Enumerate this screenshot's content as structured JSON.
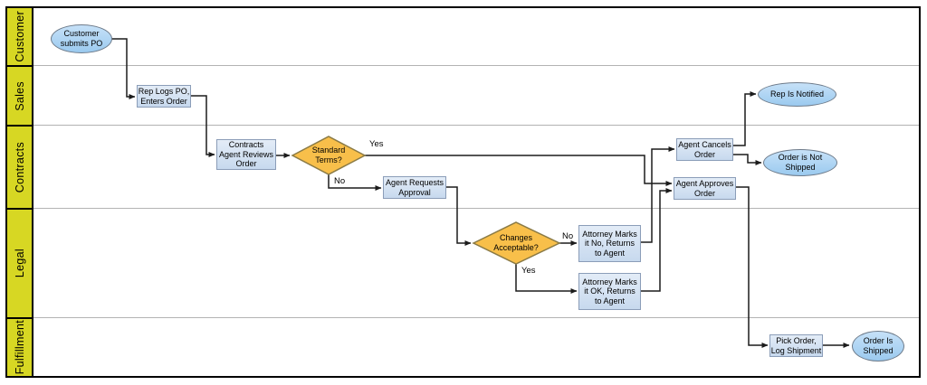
{
  "diagram_type": "cross-functional swimlane flowchart",
  "lanes": [
    {
      "label": "Customer"
    },
    {
      "label": "Sales"
    },
    {
      "label": "Contracts"
    },
    {
      "label": "Legal"
    },
    {
      "label": "Fulfillment"
    }
  ],
  "nodes": {
    "customer_submits_po": {
      "label": "Customer\nsubmits PO",
      "type": "terminator",
      "lane": "Customer"
    },
    "rep_logs_po": {
      "label": "Rep Logs PO,\nEnters Order",
      "type": "process",
      "lane": "Sales"
    },
    "contracts_agent_reviews": {
      "label": "Contracts\nAgent Reviews\nOrder",
      "type": "process",
      "lane": "Contracts"
    },
    "standard_terms": {
      "label": "Standard\nTerms?",
      "type": "decision",
      "lane": "Contracts"
    },
    "agent_requests_approval": {
      "label": "Agent Requests\nApproval",
      "type": "process",
      "lane": "Contracts"
    },
    "changes_acceptable": {
      "label": "Changes\nAcceptable?",
      "type": "decision",
      "lane": "Legal"
    },
    "attorney_marks_no": {
      "label": "Attorney Marks\nit No, Returns\nto Agent",
      "type": "process",
      "lane": "Legal"
    },
    "attorney_marks_ok": {
      "label": "Attorney Marks\nit OK, Returns\nto Agent",
      "type": "process",
      "lane": "Legal"
    },
    "agent_cancels_order": {
      "label": "Agent Cancels\nOrder",
      "type": "process",
      "lane": "Contracts"
    },
    "agent_approves_order": {
      "label": "Agent Approves\nOrder",
      "type": "process",
      "lane": "Contracts"
    },
    "rep_is_notified": {
      "label": "Rep Is Notified",
      "type": "terminator",
      "lane": "Sales"
    },
    "order_is_not_shipped": {
      "label": "Order is Not\nShipped",
      "type": "terminator",
      "lane": "Contracts"
    },
    "pick_order": {
      "label": "Pick Order,\nLog Shipment",
      "type": "process",
      "lane": "Fulfillment"
    },
    "order_is_shipped": {
      "label": "Order Is\nShipped",
      "type": "terminator",
      "lane": "Fulfillment"
    }
  },
  "edge_labels": {
    "standard_terms_yes": "Yes",
    "standard_terms_no": "No",
    "changes_acceptable_no": "No",
    "changes_acceptable_yes": "Yes"
  },
  "edges": [
    {
      "from": "Customer submits PO",
      "to": "Rep Logs PO, Enters Order",
      "label": ""
    },
    {
      "from": "Rep Logs PO, Enters Order",
      "to": "Contracts Agent Reviews Order",
      "label": ""
    },
    {
      "from": "Contracts Agent Reviews Order",
      "to": "Standard Terms?",
      "label": ""
    },
    {
      "from": "Standard Terms?",
      "to": "Agent Approves Order",
      "label": "Yes"
    },
    {
      "from": "Standard Terms?",
      "to": "Agent Requests Approval",
      "label": "No"
    },
    {
      "from": "Agent Requests Approval",
      "to": "Changes Acceptable?",
      "label": ""
    },
    {
      "from": "Changes Acceptable?",
      "to": "Attorney Marks it No, Returns to Agent",
      "label": "No"
    },
    {
      "from": "Changes Acceptable?",
      "to": "Attorney Marks it OK, Returns to Agent",
      "label": "Yes"
    },
    {
      "from": "Attorney Marks it No, Returns to Agent",
      "to": "Agent Cancels Order",
      "label": ""
    },
    {
      "from": "Attorney Marks it OK, Returns to Agent",
      "to": "Agent Approves Order",
      "label": ""
    },
    {
      "from": "Agent Cancels Order",
      "to": "Rep Is Notified",
      "label": ""
    },
    {
      "from": "Agent Cancels Order",
      "to": "Order is Not Shipped",
      "label": ""
    },
    {
      "from": "Agent Approves Order",
      "to": "Pick Order, Log Shipment",
      "label": ""
    },
    {
      "from": "Pick Order, Log Shipment",
      "to": "Order Is Shipped",
      "label": ""
    }
  ],
  "colors": {
    "lane_fill": "#d7d723",
    "process_fill": "#cfdff0",
    "process_border": "#8b9db8",
    "terminator_fill": "#a9d3f2",
    "terminator_border": "#6e7b8a",
    "decision_fill": "#f8bf4a",
    "decision_border": "#8a7a45",
    "connector": "#1c1c1c"
  }
}
